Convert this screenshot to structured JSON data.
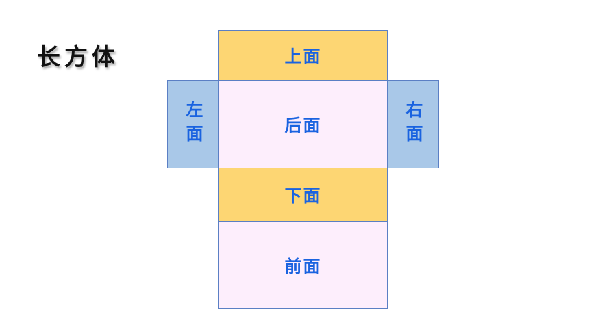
{
  "title": "长方体",
  "net": {
    "top": "上面",
    "back": "后面",
    "left": "左面",
    "right": "右面",
    "bottom": "下面",
    "front": "前面"
  },
  "colors": {
    "top_bottom_fill": "#fdd673",
    "front_back_fill": "#fdeefc",
    "left_right_fill": "#a9c8e8",
    "label_text": "#1a63e0",
    "border": "#5b7fc4"
  }
}
